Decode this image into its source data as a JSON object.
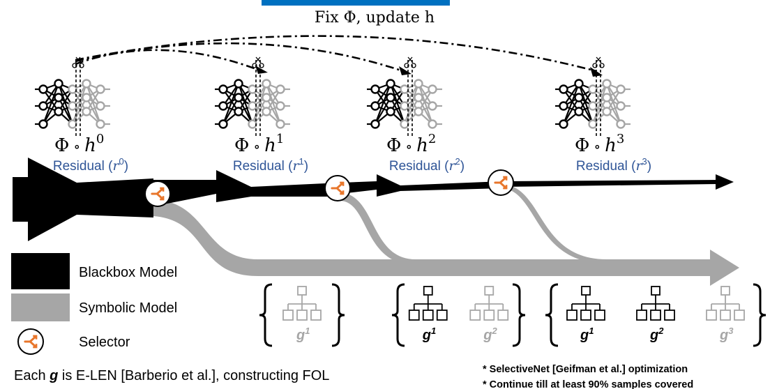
{
  "title_fragment": "",
  "top_arc_label": "Fix Φ, update h",
  "iterations": [
    {
      "phi": "Φ",
      "h": "h",
      "h_sup": "0",
      "residual_prefix": "Residual (",
      "residual_r": "r",
      "residual_sup": "0",
      "residual_suffix": ")"
    },
    {
      "phi": "Φ",
      "h": "h",
      "h_sup": "1",
      "residual_prefix": "Residual (",
      "residual_r": "r",
      "residual_sup": "1",
      "residual_suffix": ")"
    },
    {
      "phi": "Φ",
      "h": "h",
      "h_sup": "2",
      "residual_prefix": "Residual (",
      "residual_r": "r",
      "residual_sup": "2",
      "residual_suffix": ")"
    },
    {
      "phi": "Φ",
      "h": "h",
      "h_sup": "3",
      "residual_prefix": "Residual (",
      "residual_r": "r",
      "residual_sup": "3",
      "residual_suffix": ")"
    }
  ],
  "compose_symbol": "∘",
  "legend": {
    "blackbox": "Blackbox Model",
    "symbolic": "Symbolic Model",
    "selector": "Selector"
  },
  "g_groups": [
    {
      "labels": [
        {
          "g": "g",
          "sup": "1",
          "active": false
        }
      ]
    },
    {
      "labels": [
        {
          "g": "g",
          "sup": "1",
          "active": true
        },
        {
          "g": "g",
          "sup": "2",
          "active": false
        }
      ]
    },
    {
      "labels": [
        {
          "g": "g",
          "sup": "1",
          "active": true
        },
        {
          "g": "g",
          "sup": "2",
          "active": true
        },
        {
          "g": "g",
          "sup": "3",
          "active": false
        }
      ]
    }
  ],
  "footnote_left": {
    "prefix": "Each ",
    "g": "g",
    "suffix": " is E-LEN [Barberio et al.], constructing FOL"
  },
  "footnote_right_1": "* SelectiveNet [Geifman et al.] optimization",
  "footnote_right_2": "* Continue till at least 90% samples covered",
  "colors": {
    "blackbox": "#000000",
    "symbolic": "#a6a6a6",
    "selector": "#e8762b",
    "residual_text": "#2f5597",
    "title": "#0070c0"
  }
}
